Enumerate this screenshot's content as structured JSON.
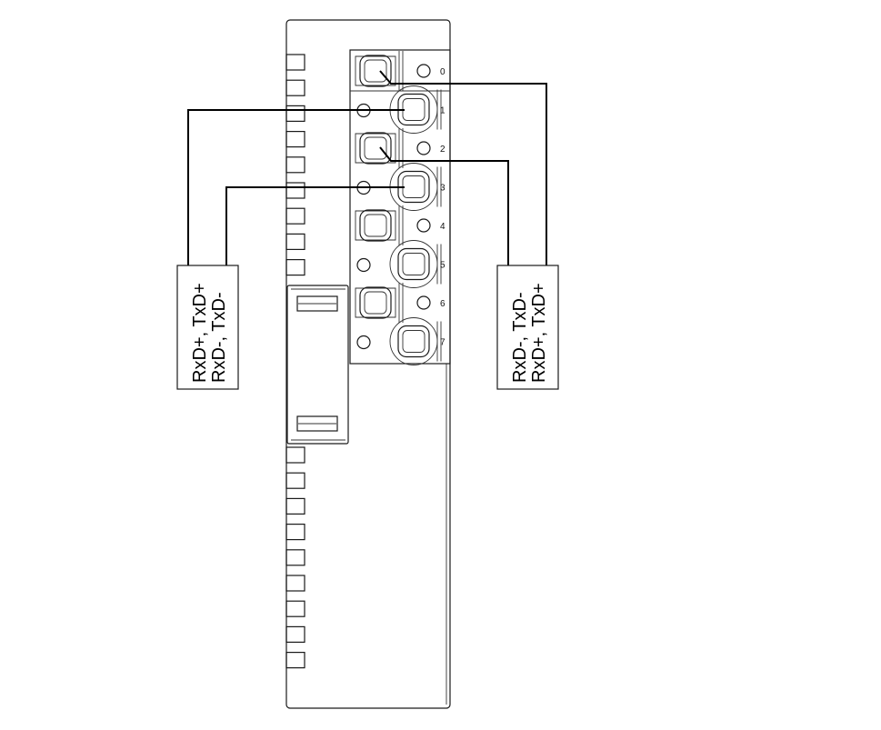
{
  "terminal_numbers": [
    "0",
    "1",
    "2",
    "3",
    "4",
    "5",
    "6",
    "7"
  ],
  "left_device": {
    "line1": "RxD+, TxD+",
    "line2": "RxD-, TxD-"
  },
  "right_device": {
    "line1": "RxD-, TxD-",
    "line2": "RxD+, TxD+"
  }
}
